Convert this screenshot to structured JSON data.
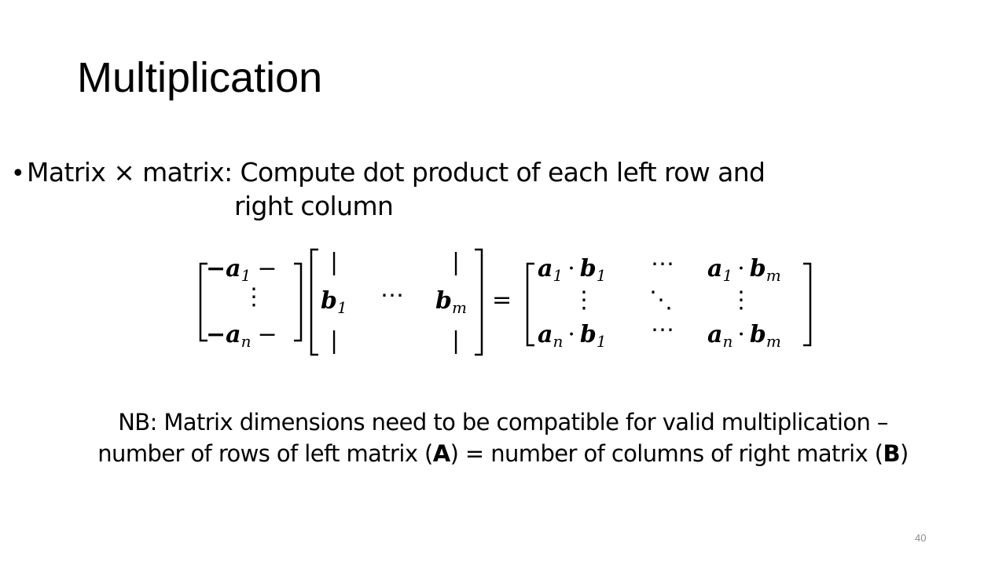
{
  "slide": {
    "title": "Multiplication",
    "bullet": {
      "symbol": "•",
      "line1": "Matrix × matrix: Compute dot product of each left row and",
      "line2": "right column"
    },
    "equation": {
      "left_matrix": {
        "row1": "−a",
        "row1_sub": "1",
        "row1_tail": "−",
        "row2": "⋮",
        "row3": "−a",
        "row3_sub": "n",
        "row3_tail": "−"
      },
      "right_matrix": {
        "bar": "|",
        "col1": "b",
        "col1_sub": "1",
        "dots": "⋯",
        "colm": "b",
        "colm_sub": "m"
      },
      "equals": "=",
      "result_matrix": {
        "a": "a",
        "b": "b",
        "dot": "·",
        "sub_1": "1",
        "sub_n": "n",
        "sub_m": "m",
        "hdots": "⋯",
        "vdots": "⋮",
        "ddots": "⋱"
      }
    },
    "note": {
      "line1": "NB: Matrix dimensions need to be compatible for valid multiplication –",
      "line2_a": "number of rows of left matrix (",
      "line2_b": "A",
      "line2_c": ") = number of columns of right matrix (",
      "line2_d": "B",
      "line2_e": ")"
    },
    "page_number": "40"
  }
}
